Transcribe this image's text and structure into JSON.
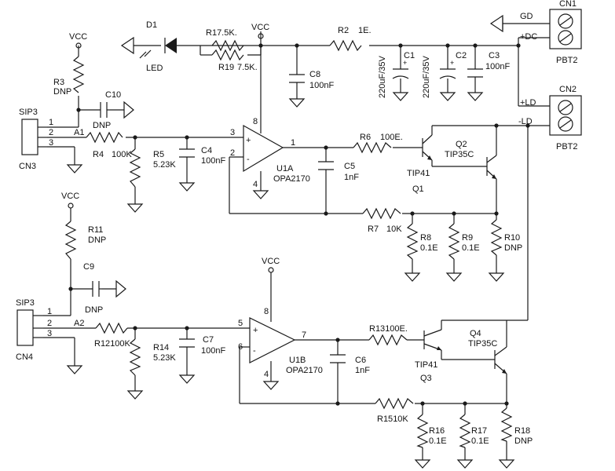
{
  "schematic": {
    "supply": {
      "vcc": "VCC"
    },
    "connectors": {
      "cn1": {
        "ref": "CN1",
        "type": "PBT2",
        "pin_gd": "GD",
        "pin_dc": "+DC"
      },
      "cn2": {
        "ref": "CN2",
        "type": "PBT2",
        "pin_pos": "+LD",
        "pin_neg": "-LD"
      },
      "cn3": {
        "ref": "CN3",
        "type": "SIP3",
        "pins": [
          "1",
          "2",
          "3"
        ],
        "net": "A1"
      },
      "cn4": {
        "ref": "CN4",
        "type": "SIP3",
        "pins": [
          "1",
          "2",
          "3"
        ],
        "net": "A2"
      }
    },
    "led": {
      "ref": "D1",
      "label": "LED"
    },
    "resistors": {
      "r1": {
        "ref": "R1",
        "value": "7.5K."
      },
      "r19": {
        "ref": "R19",
        "value": "7.5K."
      },
      "r2": {
        "ref": "R2",
        "value": "1E."
      },
      "r3": {
        "ref": "R3",
        "value": "DNP"
      },
      "r4": {
        "ref": "R4",
        "value": "100K"
      },
      "r5": {
        "ref": "R5",
        "value": "5.23K"
      },
      "r6": {
        "ref": "R6",
        "value": "100E."
      },
      "r7": {
        "ref": "R7",
        "value": "10K"
      },
      "r8": {
        "ref": "R8",
        "value": "0.1E"
      },
      "r9": {
        "ref": "R9",
        "value": "0.1E"
      },
      "r10": {
        "ref": "R10",
        "value": "DNP"
      },
      "r11": {
        "ref": "R11",
        "value": "DNP"
      },
      "r12": {
        "ref": "R12",
        "value": "100K"
      },
      "r13": {
        "ref": "R13",
        "value": "100E."
      },
      "r14": {
        "ref": "R14",
        "value": "5.23K"
      },
      "r15": {
        "ref": "R15",
        "value": "10K"
      },
      "r16": {
        "ref": "R16",
        "value": "0.1E"
      },
      "r17": {
        "ref": "R17",
        "value": "0.1E"
      },
      "r18": {
        "ref": "R18",
        "value": "DNP"
      }
    },
    "capacitors": {
      "c1": {
        "ref": "C1",
        "value": "220uF/35V"
      },
      "c2": {
        "ref": "C2",
        "value": "220uF/35V"
      },
      "c3": {
        "ref": "C3",
        "value": "100nF"
      },
      "c4": {
        "ref": "C4",
        "value": "100nF"
      },
      "c5": {
        "ref": "C5",
        "value": "1nF"
      },
      "c6": {
        "ref": "C6",
        "value": "1nF"
      },
      "c7": {
        "ref": "C7",
        "value": "100nF"
      },
      "c8": {
        "ref": "C8",
        "value": "100nF"
      },
      "c9": {
        "ref": "C9",
        "value": "DNP"
      },
      "c10": {
        "ref": "C10",
        "value": "DNP"
      }
    },
    "opamps": {
      "u1a": {
        "ref": "U1A",
        "part": "OPA2170",
        "pin_in_p": "3",
        "pin_in_n": "2",
        "pin_out": "1",
        "pin_vcc": "8",
        "pin_gnd": "4",
        "plus": "+",
        "minus": "-"
      },
      "u1b": {
        "ref": "U1B",
        "part": "OPA2170",
        "pin_in_p": "5",
        "pin_in_n": "6",
        "pin_out": "7",
        "pin_vcc": "8",
        "pin_gnd": "4",
        "plus": "+",
        "minus": "-"
      }
    },
    "transistors": {
      "q1": {
        "ref": "Q1",
        "part": "TIP41"
      },
      "q2": {
        "ref": "Q2",
        "part": "TIP35C"
      },
      "q3": {
        "ref": "Q3",
        "part": "TIP41"
      },
      "q4": {
        "ref": "Q4",
        "part": "TIP35C"
      }
    }
  }
}
